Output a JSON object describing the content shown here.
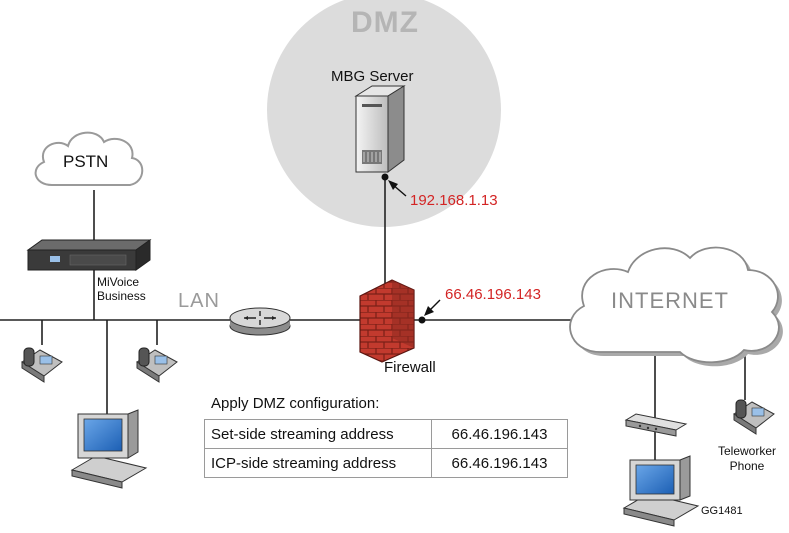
{
  "labels": {
    "dmz": "DMZ",
    "mbg_server": "MBG Server",
    "mbg_ip": "192.168.1.13",
    "pstn": "PSTN",
    "mivoice_line1": "MiVoice",
    "mivoice_line2": "Business",
    "lan": "LAN",
    "firewall": "Firewall",
    "firewall_ip": "66.46.196.143",
    "internet": "INTERNET",
    "teleworker_line1": "Teleworker",
    "teleworker_line2": "Phone",
    "figure_code": "GG1481"
  },
  "config": {
    "heading": "Apply DMZ configuration:",
    "rows": [
      {
        "label": "Set-side streaming address",
        "value": "66.46.196.143"
      },
      {
        "label": "ICP-side streaming address",
        "value": "66.46.196.143"
      }
    ]
  },
  "colors": {
    "ip_text": "#d32424",
    "dmz_zone": "#dcdcdc",
    "firewall_brick": "#c23a2e",
    "cloud_fill": "#ffffff",
    "cloud_shadow": "#a9a9a9"
  },
  "icons": {
    "server": "server-tower-icon",
    "call_manager": "mivoice-rack-unit-icon",
    "router": "router-icon",
    "firewall": "brick-firewall-icon",
    "phone": "desk-phone-icon",
    "computer": "desktop-computer-icon",
    "modem": "broadband-modem-icon"
  }
}
